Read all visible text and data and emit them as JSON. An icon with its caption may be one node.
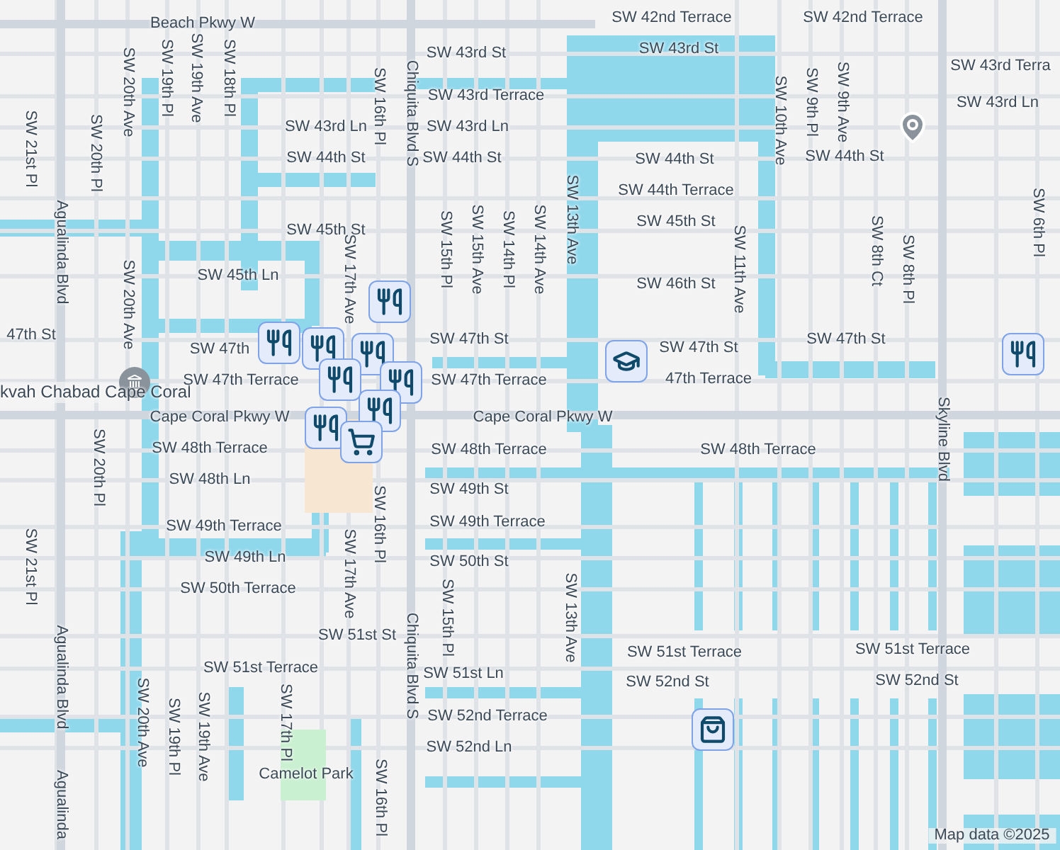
{
  "diagram": {
    "labels": [
      "Beach Pkwy W",
      "SW 20th Ave",
      "SW 19th Pl",
      "SW 19th Ave",
      "SW 18th Pl",
      "SW 16th Pl",
      "Chiquita Blvd S",
      "SW 43rd Ln",
      "SW 44th St",
      "SW 21st Pl",
      "SW 20th Pl",
      "SW 45th St",
      "Agualinda Blvd",
      "SW 45th Ln",
      "SW 20th Ave",
      "47th St",
      "SW 47th",
      "kvah Chabad Cape Coral",
      "SW 47th Terrace",
      "SW 17th Ave",
      "Cape Coral Pkwy W",
      "Cape Coral Pkwy W",
      "SW 42nd Terrace",
      "SW 43rd St",
      "SW 42nd Terrace",
      "SW 43rd St",
      "SW 43rd Terrace",
      "SW 43rd Ln",
      "SW 44th St",
      "SW 43rd Terra",
      "SW 43rd Ln",
      "SW 44th St",
      "SW 44th Terrace",
      "SW 45th St",
      "SW 46th St",
      "SW 47th St",
      "47th Terrace",
      "SW 44th St",
      "SW 47th St",
      "SW 10th Ave",
      "SW 9th Pl",
      "SW 9th Ave",
      "SW 15th Pl",
      "SW 15th Ave",
      "SW 14th Pl",
      "SW 14th Ave",
      "SW 13th Ave",
      "SW 11th Ave",
      "SW 8th Ct",
      "SW 8th Pl",
      "SW 6th Pl",
      "SW 47th St",
      "SW 47th Terrace",
      "SW 48th Terrace",
      "SW 48th Ln",
      "SW 49th Terrace",
      "SW 49th Ln",
      "SW 50th Terrace",
      "SW 51st St",
      "SW 51st Terrace",
      "SW 20th Pl",
      "SW 21st Pl",
      "Agualinda Blvd",
      "Agualinda",
      "SW 17th Ave",
      "SW 16th Pl",
      "Chiquita Blvd S",
      "SW 20th Ave",
      "SW 19th Pl",
      "SW 19th Ave",
      "SW 17th Pl",
      "Camelot Park",
      "SW 16th Pl",
      "SW 48th Terrace",
      "SW 49th St",
      "SW 49th Terrace",
      "SW 50th St",
      "SW 15th Pl",
      "SW 13th Ave",
      "SW 51st Ln",
      "SW 52nd Terrace",
      "SW 52nd Ln",
      "SW 48th Terrace",
      "SW 51st Terrace",
      "SW 51st Terrace",
      "SW 52nd St",
      "SW 52nd St",
      "Skyline Blvd",
      "Map data ©2025"
    ]
  }
}
